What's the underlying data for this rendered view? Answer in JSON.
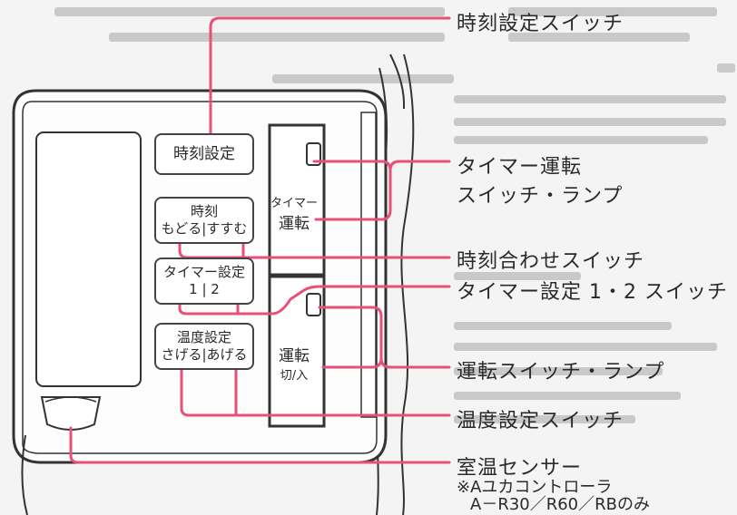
{
  "buttons": {
    "clock_set": "時刻設定",
    "time_top": "時刻",
    "time_bottom": "もどる|すすむ",
    "timer_set_top": "タイマー設定",
    "timer_set_bottom": "1 | 2",
    "temp_top": "温度設定",
    "temp_bottom": "さげる|あげる",
    "timer_run_top": "タイマー",
    "timer_run_bottom": "運転",
    "run_top": "運転",
    "run_bottom": "切/入"
  },
  "labels": {
    "clock_switch": "時刻設定スイッチ",
    "timer_run_1": "タイマー運転",
    "timer_run_2": "スイッチ・ランプ",
    "time_adjust": "時刻合わせスイッチ",
    "timer_set": "タイマー設定 1・2 スイッチ",
    "run_switch": "運転スイッチ・ランプ",
    "temp_switch": "温度設定スイッチ",
    "room_sensor": "室温センサー",
    "note_1": "※Aユカコントローラ",
    "note_2": "A－R30／R60／RBのみ"
  },
  "colors": {
    "leader": "#e8507a",
    "outline": "#333333"
  }
}
